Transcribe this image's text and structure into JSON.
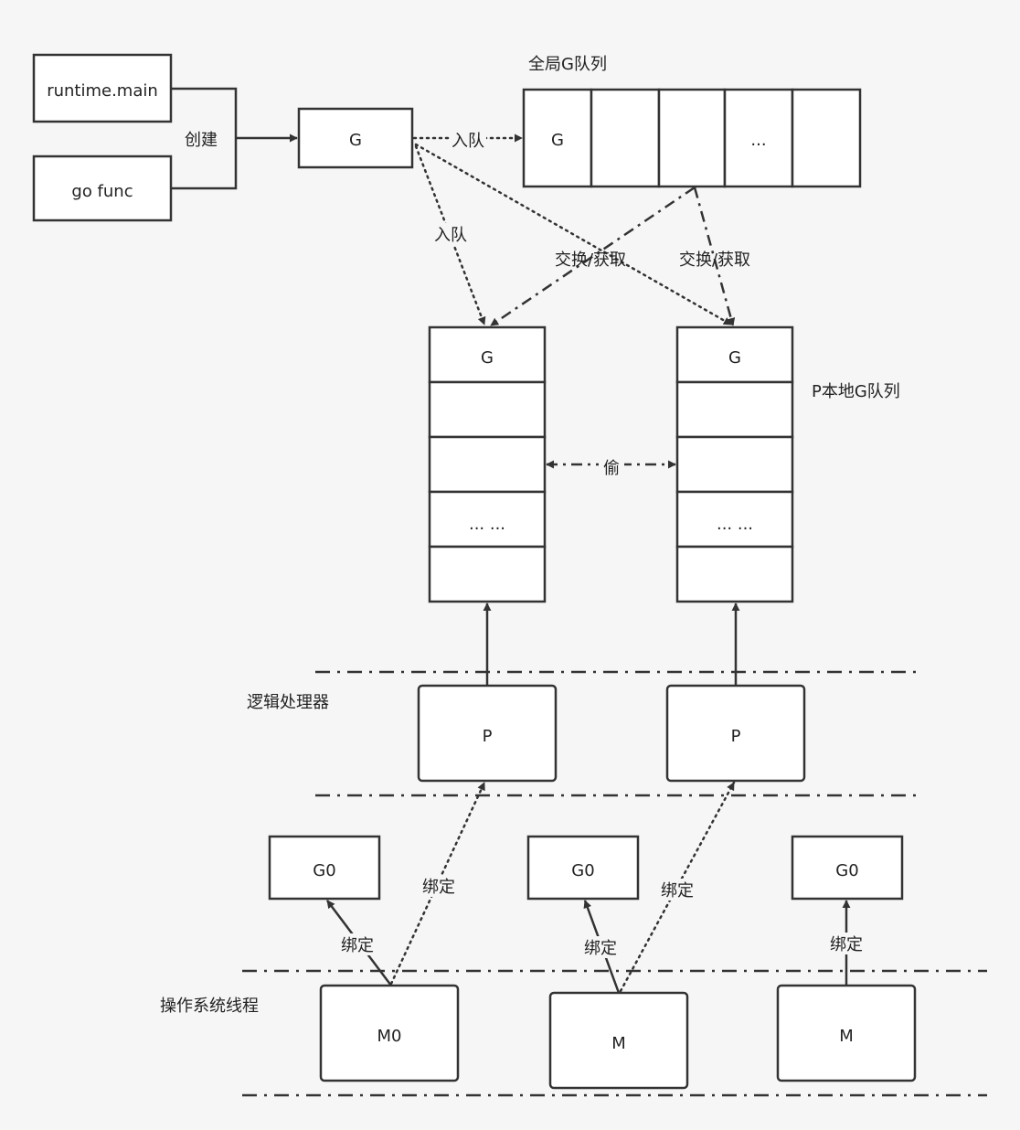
{
  "sources": {
    "runtime_main": "runtime.main",
    "go_func": "go func",
    "create_label": "创建"
  },
  "new_g": "G",
  "global_queue": {
    "title": "全局G队列",
    "cells": [
      "G",
      "",
      "",
      "...",
      ""
    ]
  },
  "labels": {
    "enqueue": "入队",
    "swap_get": "交换/获取",
    "steal": "偷",
    "bind": "绑定"
  },
  "local_queue": {
    "title": "P本地G队列",
    "cells": [
      "G",
      "",
      "",
      "... ...",
      ""
    ]
  },
  "layers": {
    "processor": "逻辑处理器",
    "os_thread": "操作系统线程"
  },
  "p_label": "P",
  "g0_label": "G0",
  "threads": [
    "M0",
    "M",
    "M"
  ]
}
